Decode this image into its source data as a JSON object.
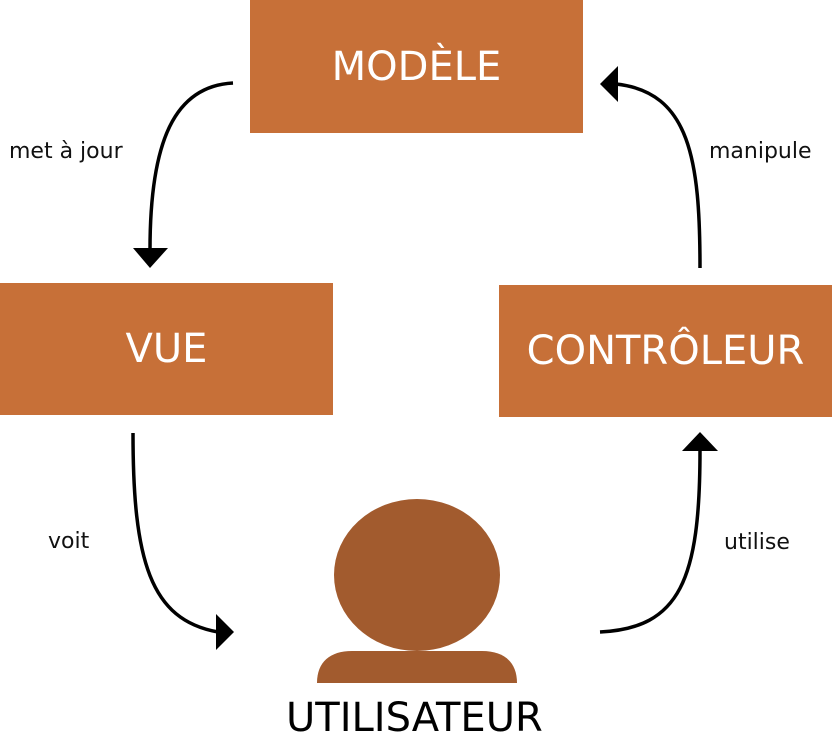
{
  "colors": {
    "box_fill": "#c77038",
    "user_fill": "#a25b2e",
    "arrow": "#000000"
  },
  "nodes": {
    "modele": "MODÈLE",
    "vue": "VUE",
    "controleur": "CONTRÔLEUR",
    "utilisateur": "UTILISATEUR"
  },
  "edges": {
    "met_a_jour": "met à jour",
    "manipule": "manipule",
    "voit": "voit",
    "utilise": "utilise"
  },
  "icons": {
    "user": "person-icon"
  }
}
